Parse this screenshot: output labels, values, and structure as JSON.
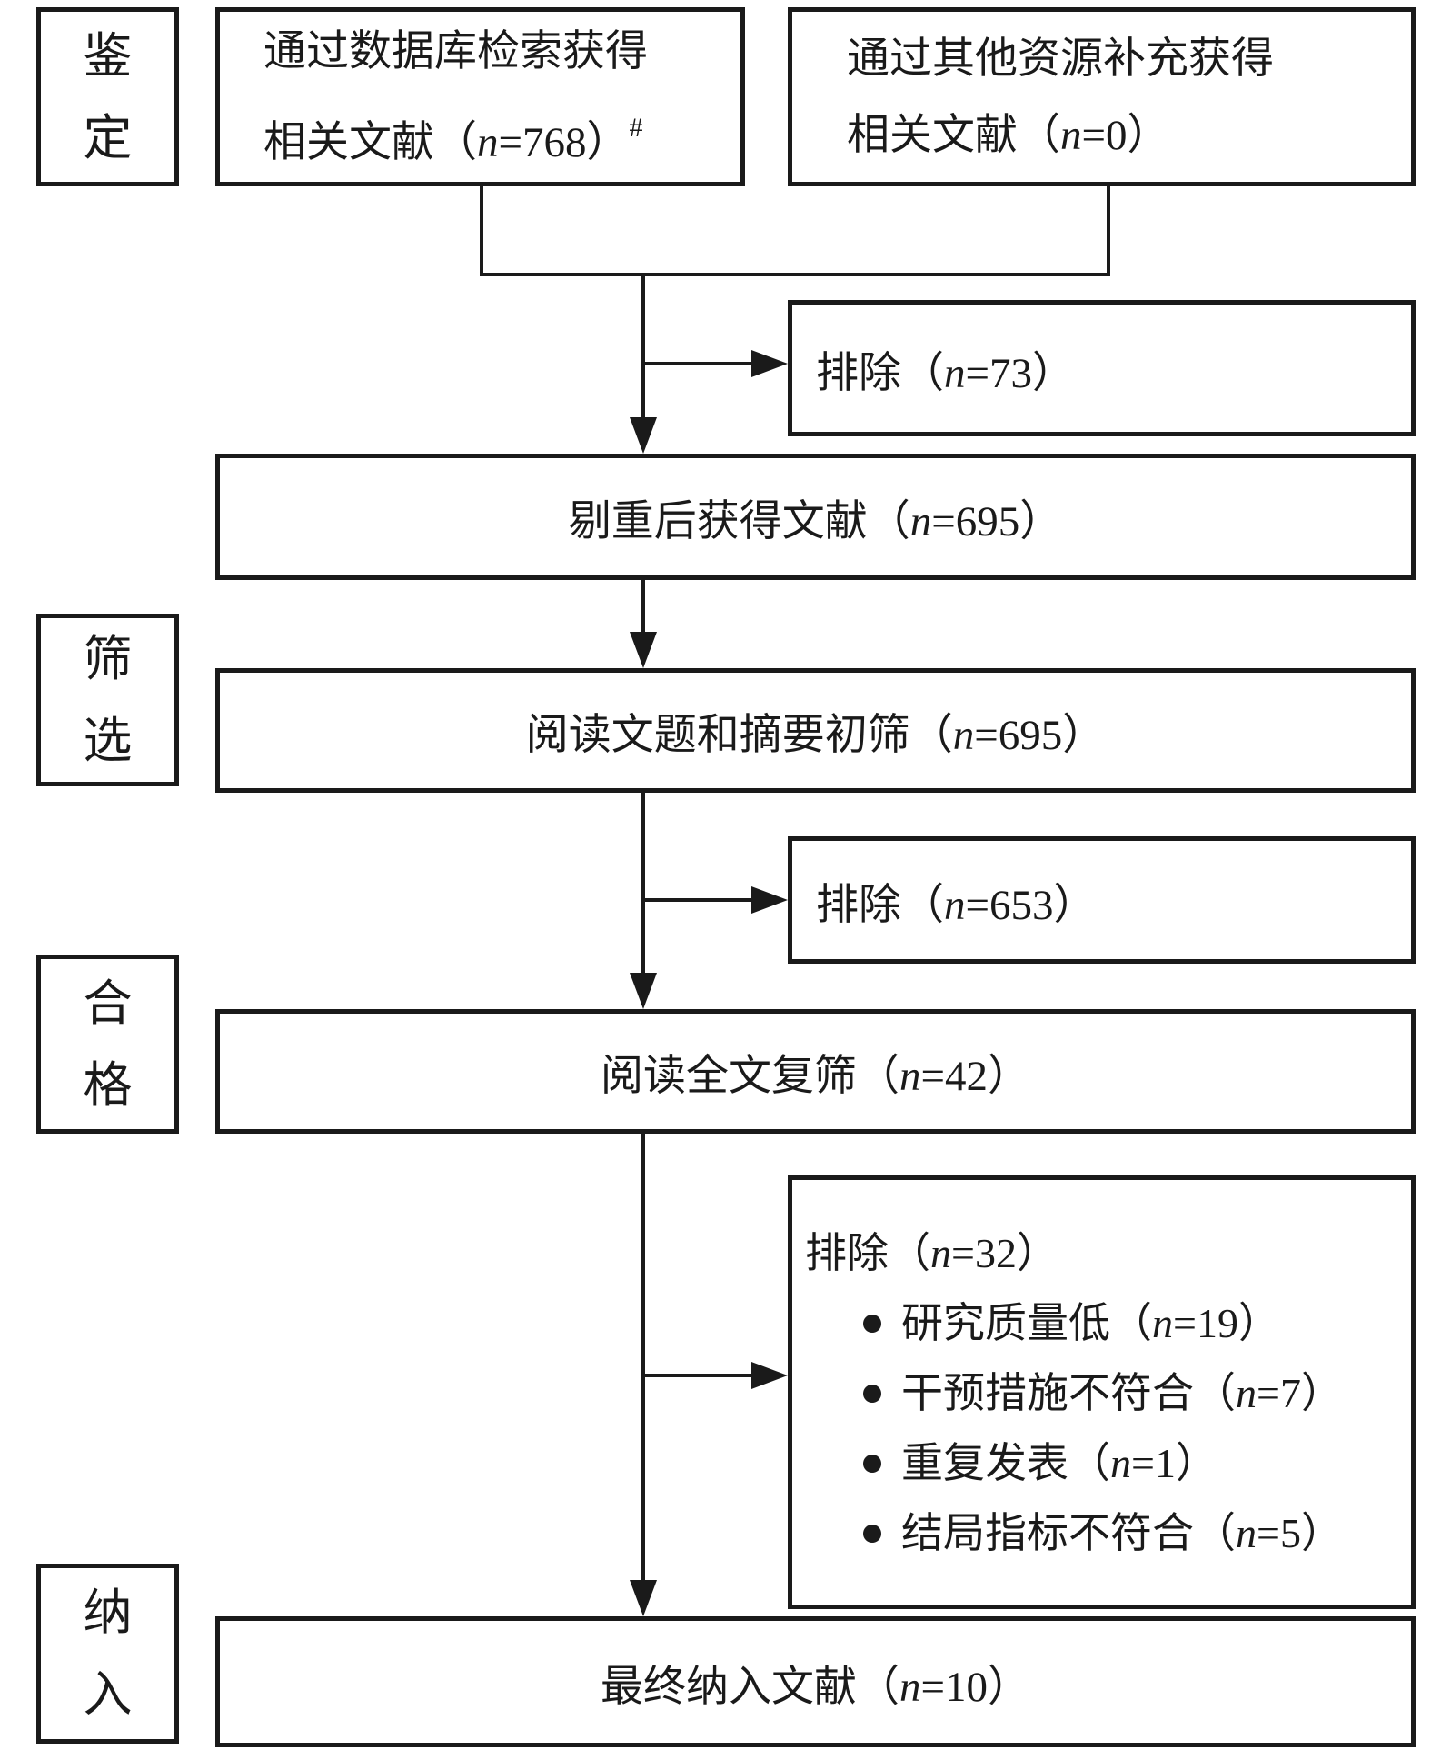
{
  "figure": {
    "type": "prisma-flow-diagram",
    "ink_color": "#1a1a1a",
    "background_color": "#ffffff"
  },
  "stages": [
    {
      "line1": "鉴",
      "line2": "定"
    },
    {
      "line1": "筛",
      "line2": "选"
    },
    {
      "line1": "合",
      "line2": "格"
    },
    {
      "line1": "纳",
      "line2": "入"
    }
  ],
  "boxes": {
    "database_search": {
      "line1": "通过数据库检索获得",
      "line2": "相关文献（n=768）",
      "superscript": "#"
    },
    "other_sources": {
      "line1": "通过其他资源补充获得",
      "line2": "相关文献（n=0）"
    },
    "excluded_initial": {
      "label": "排除（n=73）"
    },
    "after_dedup": {
      "label": "剔重后获得文献（n=695）"
    },
    "title_abstract_screen": {
      "label": "阅读文题和摘要初筛（n=695）"
    },
    "excluded_screen": {
      "label": "排除（n=653）"
    },
    "fulltext_screen": {
      "label": "阅读全文复筛（n=42）"
    },
    "excluded_fulltext": {
      "header": "排除（n=32）",
      "reasons": [
        "研究质量低（n=19）",
        "干预措施不符合（n=7）",
        "重复发表（n=1）",
        "结局指标不符合（n=5）"
      ]
    },
    "final_included": {
      "label": "最终纳入文献（n=10）"
    }
  }
}
